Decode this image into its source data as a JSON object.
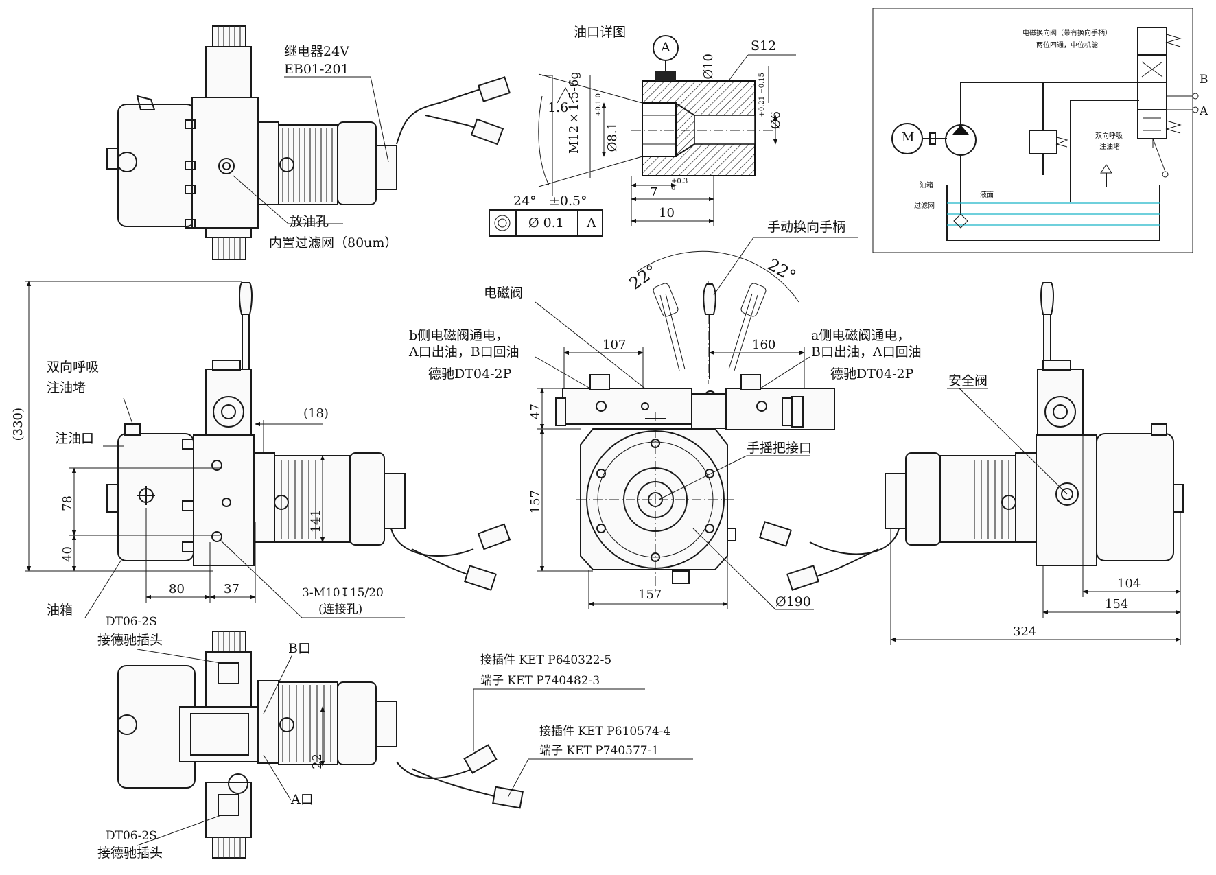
{
  "labels": {
    "relay": "继电器24V",
    "relay_model": "EB01-201",
    "drain_hole": "放油孔",
    "filter": "内置过滤网（80um）",
    "oil_port_detail": "油口详图",
    "datum_a": "A",
    "s12": "S12",
    "thread": "M12×1.5-6g",
    "dia_8_1": "Ø8.1",
    "tol_8_1": "+0.1\n0",
    "dia_10": "Ø10",
    "dia_6": "Ø6",
    "tol_6": "+0.21\n+0.15",
    "roughness": "1.6",
    "angle": "24°",
    "angle_tol": "±0.5°",
    "tol_frame_value": "Ø 0.1",
    "tol_frame_datum": "A",
    "dim_7": "7",
    "tol_7": "+0.3\n0",
    "dim_10": "10",
    "manual_handle": "手动换向手柄",
    "angle_left": "22°",
    "angle_right": "22°",
    "solenoid_valve": "电磁阀",
    "b_side_1": "b侧电磁阀通电，",
    "b_side_2": "A口出油，B口回油",
    "b_side_conn": "德驰DT04-2P",
    "a_side_1": "a侧电磁阀通电，",
    "a_side_2": "B口出油，A口回油",
    "a_side_conn": "德驰DT04-2P",
    "dim_107": "107",
    "dim_160": "160",
    "dim_47": "47",
    "dim_157_v": "157",
    "dim_157_h": "157",
    "crank_port": "手摇把接口",
    "dia_190": "Ø190",
    "safety_valve": "安全阀",
    "dim_104": "104",
    "dim_154": "154",
    "dim_324": "324",
    "breather_1": "双向呼吸",
    "breather_2": "注油堵",
    "fill_port": "注油口",
    "dim_330": "(330)",
    "dim_18": "(18)",
    "dim_78": "78",
    "dim_40": "40",
    "dim_141": "141",
    "dim_80": "80",
    "dim_37": "37",
    "bolt_1": "3-M10↧15/20",
    "bolt_2": "(连接孔)",
    "tank": "油箱",
    "dt06_top_1": "DT06-2S",
    "dt06_top_2": "接德驰插头",
    "port_b": "B口",
    "port_a": "A口",
    "dim_22": "22",
    "conn1_1": "接插件 KET P640322-5",
    "conn1_2": "端子  KET P740482-3",
    "conn2_1": "接插件 KET P610574-4",
    "conn2_2": "端子  KET P740577-1",
    "dt06_bot_1": "DT06-2S",
    "dt06_bot_2": "接德驰插头"
  },
  "schematic": {
    "valve_title": "电磁换向阀（带有换向手柄）",
    "valve_sub": "两位四通，中位机能",
    "motor": "M",
    "breather_1": "双向呼吸",
    "breather_2": "注油堵",
    "tank": "油箱",
    "level": "液面",
    "filter": "过滤网",
    "port_b": "B",
    "port_a": "A"
  }
}
